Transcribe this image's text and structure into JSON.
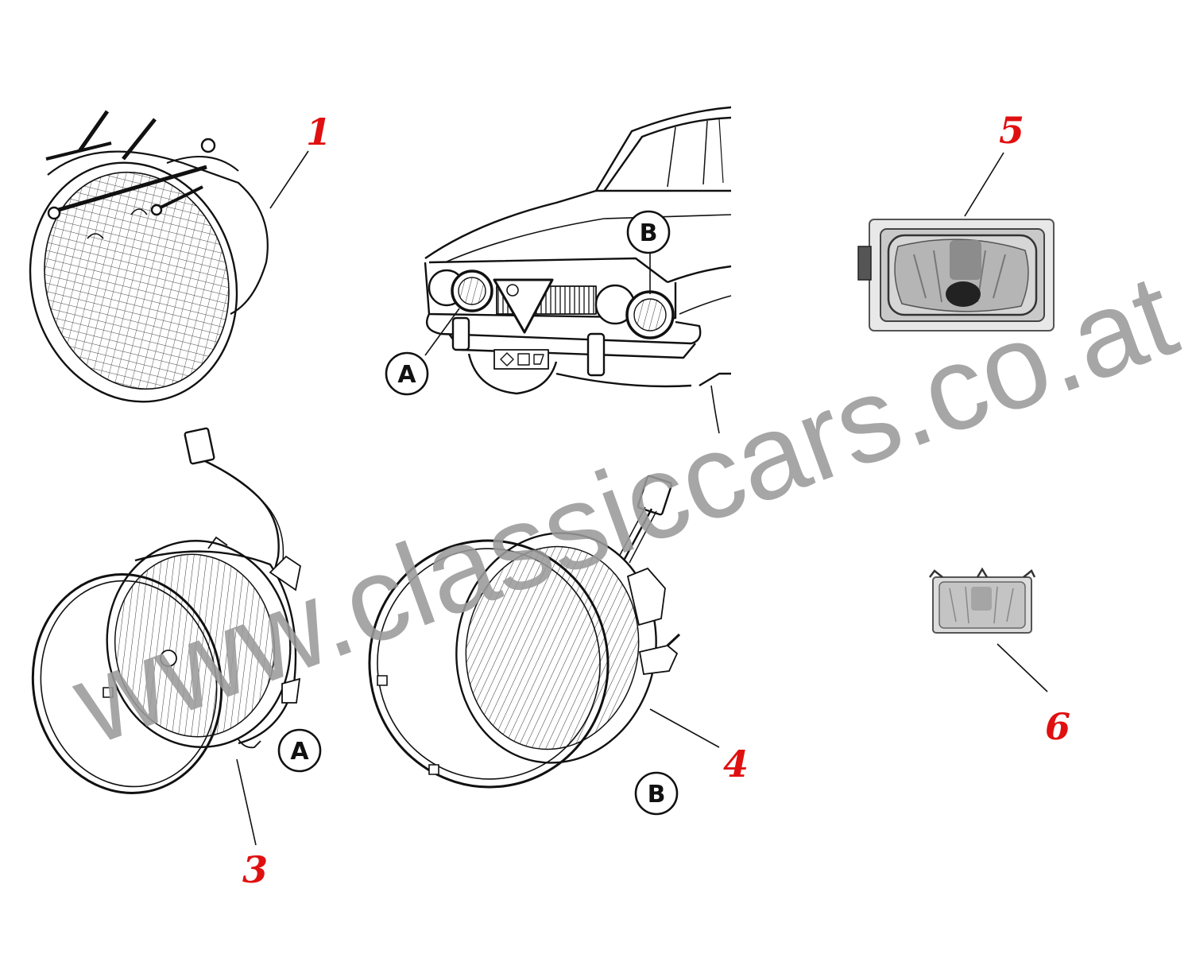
{
  "watermark": {
    "text": "www.classiccars.co.at",
    "color": "#9a9a9a"
  },
  "colors": {
    "part_number": "#e01010",
    "line": "#111111"
  },
  "part_numbers": {
    "p1": "1",
    "p3": "3",
    "p4": "4",
    "p5": "5",
    "p6": "6"
  },
  "callouts": {
    "car_a": "A",
    "car_b": "B",
    "lamp_a": "A",
    "lamp_b": "B"
  }
}
